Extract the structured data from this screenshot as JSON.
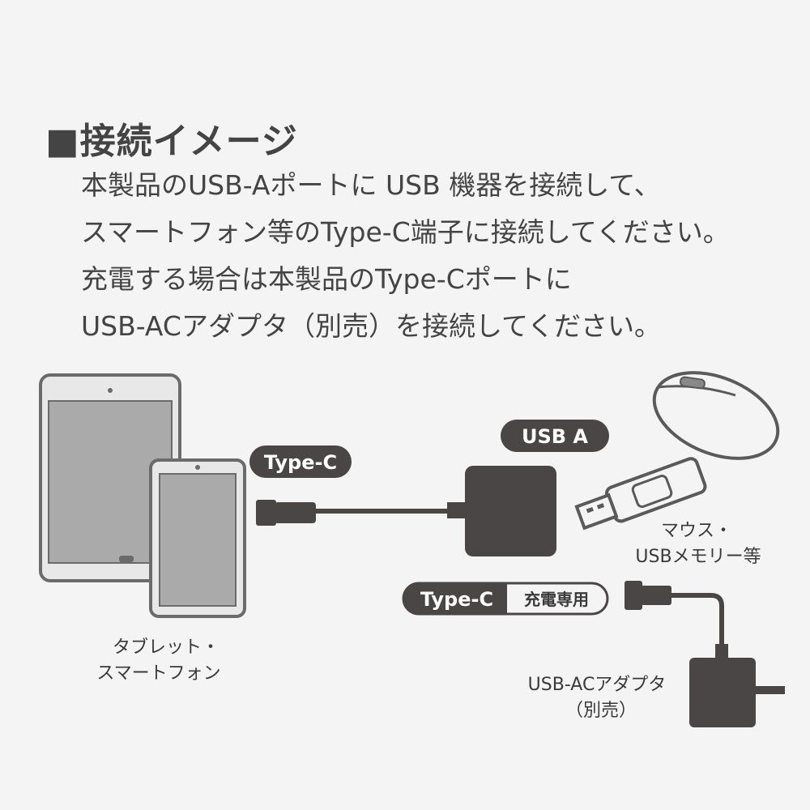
{
  "heading": "■接続イメージ",
  "description": [
    "本製品のUSB-Aポートに USB 機器を接続して、",
    "スマートフォン等のType-C端子に接続してください。",
    "充電する場合は本製品のType-Cポートに",
    "USB-ACアダプタ（別売）を接続してください。"
  ],
  "badges": {
    "type_c_top": "Type-C",
    "usb_a": "USB A",
    "type_c_bottom": "Type-C",
    "charge_only": "充電専用"
  },
  "labels": {
    "tablet_line1": "タブレット・",
    "tablet_line2": "スマートフォン",
    "mouse_line1": "マウス・",
    "mouse_line2": "USBメモリー等",
    "adapter_line1": "USB-ACアダプタ",
    "adapter_line2": "（別売）"
  },
  "colors": {
    "device_dark": "#4a4646",
    "screen_gray": "#a9a9a9",
    "frame_light": "#e6e6e6",
    "background": "#f4f4f4"
  }
}
